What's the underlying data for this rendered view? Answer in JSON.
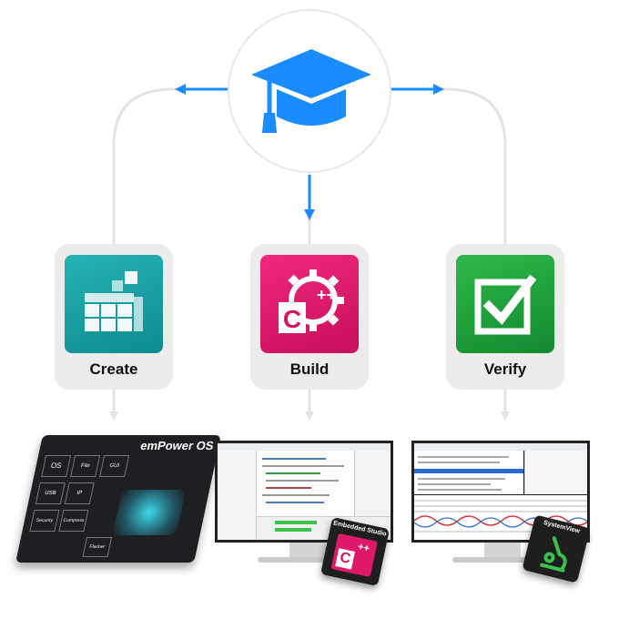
{
  "hub": {
    "icon": "graduation-cap-icon"
  },
  "colors": {
    "arrow": "#1a8cff",
    "connector": "#e3e3e3",
    "card": "#ececec",
    "create_tile": "#17a2a6",
    "build_tile": "#e0186a",
    "verify_tile": "#1fa33c"
  },
  "steps": [
    {
      "label": "Create",
      "icon": "modules-cube-icon"
    },
    {
      "label": "Build",
      "icon": "cpp-gear-icon"
    },
    {
      "label": "Verify",
      "icon": "checkbox-icon"
    }
  ],
  "products": {
    "empower": {
      "title": "emPower OS",
      "modules": [
        "OS",
        "File",
        "GUI",
        "USB",
        "IP",
        "Security",
        "Compress",
        "Flasher"
      ]
    },
    "studio": {
      "badge": "Embedded Studio",
      "badge_symbol": "C",
      "badge_plus": "++"
    },
    "systemview": {
      "badge": "SystemView"
    }
  }
}
